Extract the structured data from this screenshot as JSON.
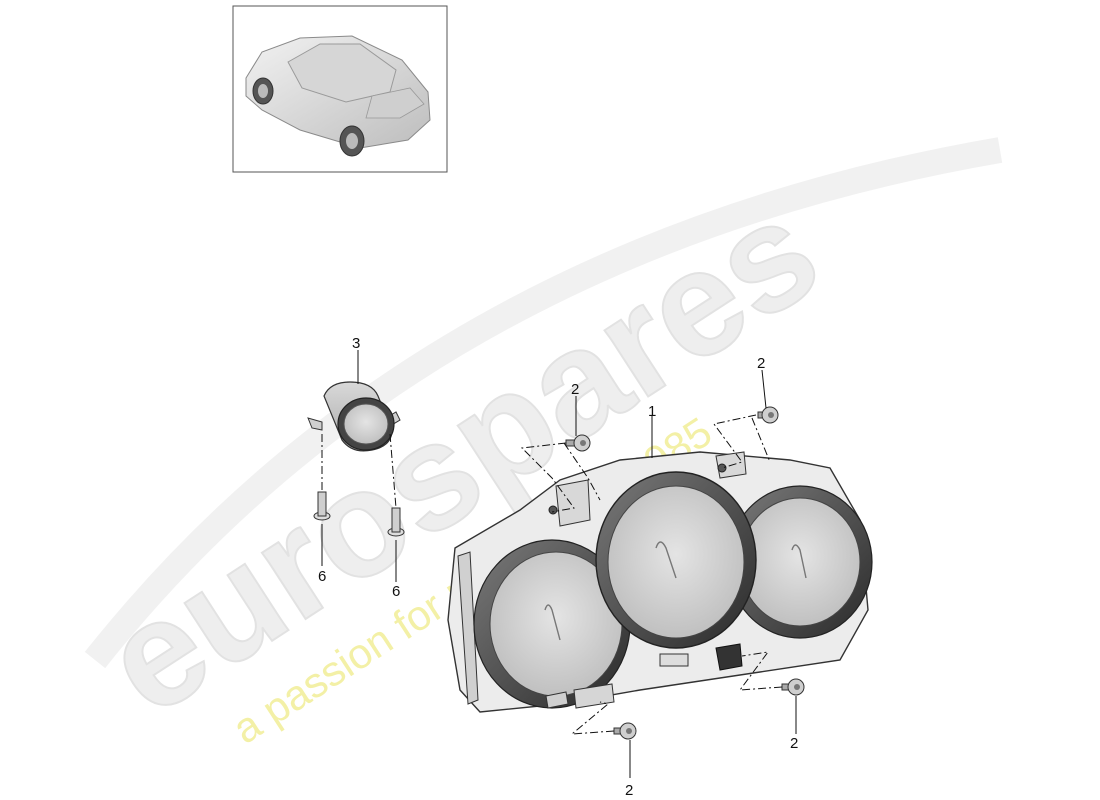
{
  "watermark": {
    "brand": "eurospares",
    "tagline": "a passion for parts since 1985"
  },
  "callouts": {
    "instrument_cluster": "1",
    "screw": "2",
    "clock": "3",
    "bolt": "6"
  }
}
